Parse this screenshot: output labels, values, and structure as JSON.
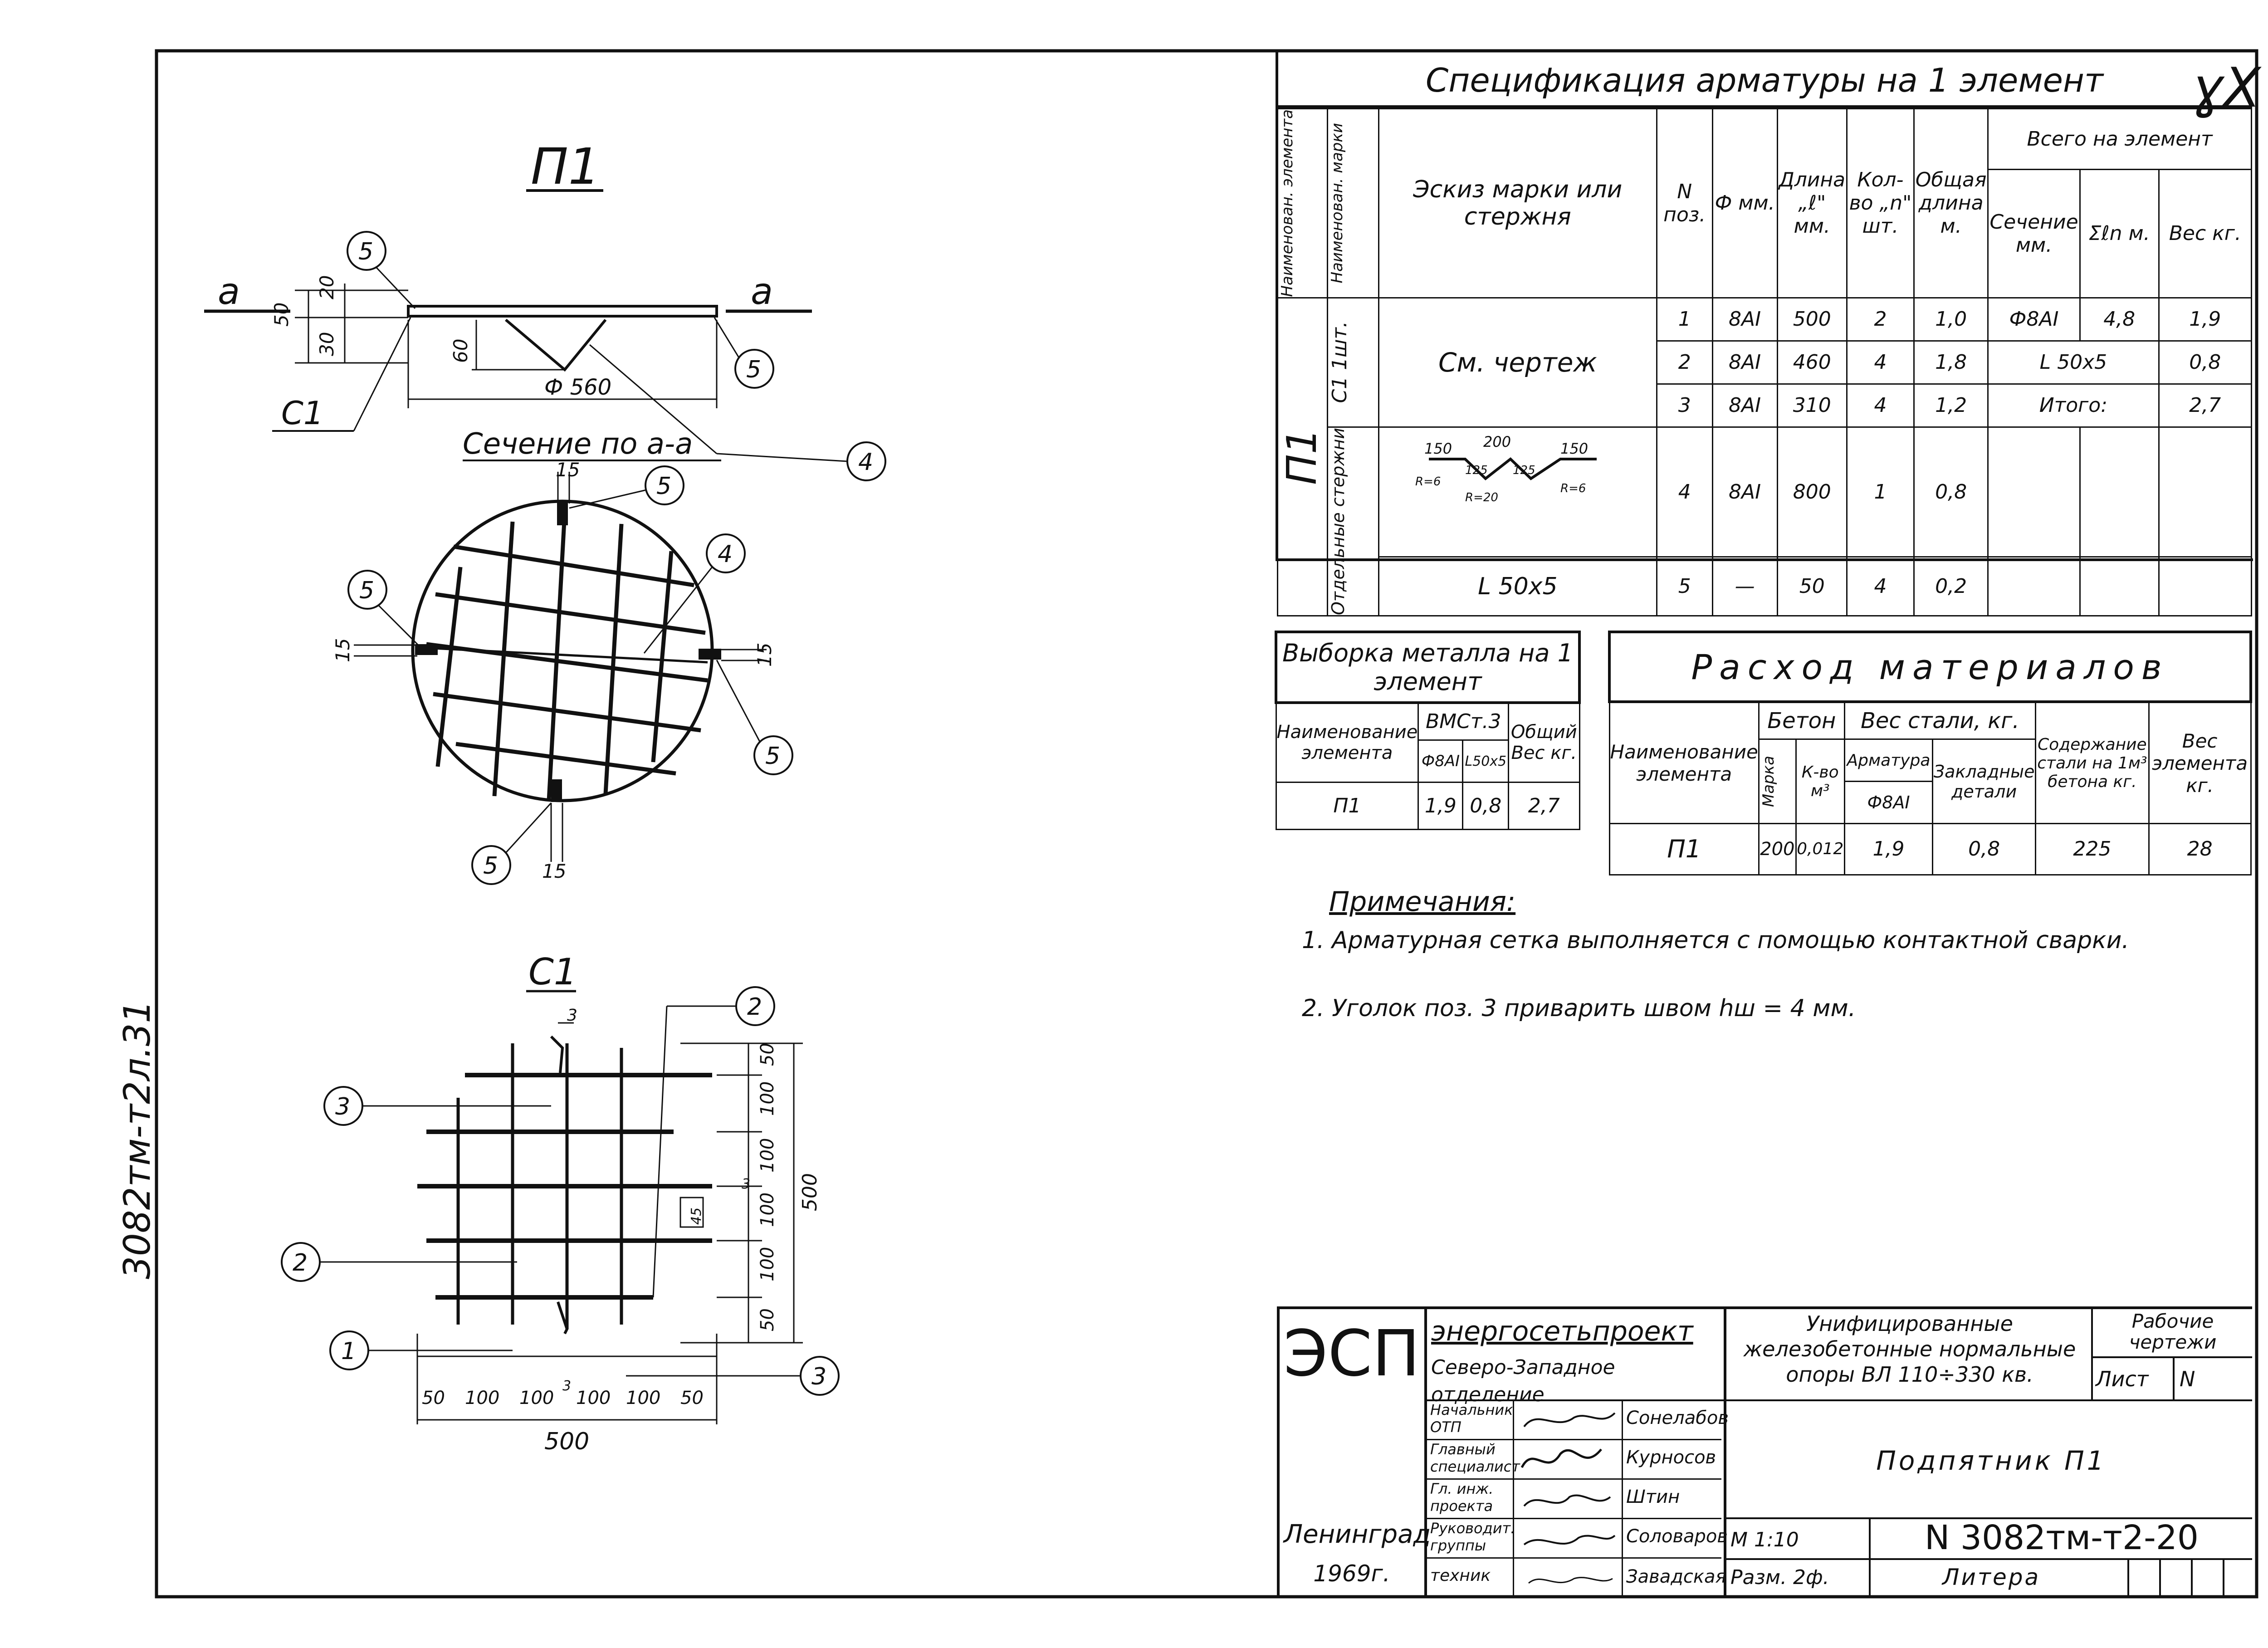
{
  "corner_mark": "ɣX",
  "drawing_id": "3082тм-т2л.31",
  "left": {
    "title": "П1",
    "elevation": {
      "cut_left": "а",
      "cut_right": "а",
      "dim_20": "20",
      "dim_30": "30",
      "dim_50": "50",
      "dim_60": "60",
      "dim_d560": "Ф 560",
      "label_c1": "С1",
      "callout_5a": "5",
      "callout_5b": "5",
      "callout_4": "4"
    },
    "section": {
      "title": "Сечение по а-а",
      "dim_15_top": "15",
      "dim_15_left": "15",
      "dim_15_right": "15",
      "dim_15_bottom": "15",
      "callout_5_top": "5",
      "callout_5_left": "5",
      "callout_5_right": "5",
      "callout_5_bottom": "5",
      "callout_4": "4"
    },
    "mesh": {
      "title": "С1",
      "dim_3_top": "3",
      "dim_3_bottom": "3",
      "right_dims": [
        "50",
        "100",
        "100",
        "100",
        "100",
        "50"
      ],
      "right_total": "500",
      "dim_small_a": "3",
      "dim_small_b": "45",
      "bottom_dims": [
        "50",
        "100",
        "100",
        "100",
        "100",
        "50"
      ],
      "bottom_total": "500",
      "callout_1": "1",
      "callout_2a": "2",
      "callout_2b": "2",
      "callout_3a": "3",
      "callout_3b": "3"
    }
  },
  "spec": {
    "title": "Спецификация арматуры на 1 элемент",
    "headers": {
      "element_name": "Наименован. элемента",
      "mark_name": "Наименован. марки",
      "sketch": "Эскиз марки или стержня",
      "pos": "N поз.",
      "diam": "Ф мм.",
      "length": "Длина „ℓ\" мм.",
      "count": "Кол-во „n\" шт.",
      "total_len": "Общая длина м.",
      "total_group": "Всего на элемент",
      "section": "Сечение мм.",
      "sum_len": "Σℓn м.",
      "weight": "Вес кг."
    },
    "element": "П1",
    "mark_c1": "С1 1шт.",
    "mark_sep": "Отдельные стержни",
    "sketch_text": "См. чертеж",
    "bent_dims": {
      "a": "150",
      "b": "200",
      "c": "150",
      "d": "125",
      "e": "125",
      "r1": "R=6",
      "r2": "R=20",
      "r3": "R=6"
    },
    "angle_sketch": "L 50x5",
    "rows": [
      {
        "pos": "1",
        "diam": "8AI",
        "length": "500",
        "count": "2",
        "total": "1,0"
      },
      {
        "pos": "2",
        "diam": "8AI",
        "length": "460",
        "count": "4",
        "total": "1,8"
      },
      {
        "pos": "3",
        "diam": "8AI",
        "length": "310",
        "count": "4",
        "total": "1,2"
      },
      {
        "pos": "4",
        "diam": "8AI",
        "length": "800",
        "count": "1",
        "total": "0,8"
      },
      {
        "pos": "5",
        "diam": "—",
        "length": "50",
        "count": "4",
        "total": "0,2"
      }
    ],
    "totals": [
      {
        "section": "Ф8AI",
        "sum": "4,8",
        "weight": "1,9"
      },
      {
        "section": "L 50x5",
        "sum": "",
        "weight": "0,8"
      },
      {
        "section": "Итого:",
        "sum": "",
        "weight": "2,7"
      }
    ]
  },
  "metal": {
    "title": "Выборка металла на 1 элемент",
    "h_name": "Наименование элемента",
    "h_group": "ВМСт.3",
    "h_total": "Общий Вес кг.",
    "h_sub1": "Ф8AI",
    "h_sub2": "L50x5",
    "row": {
      "name": "П1",
      "a": "1,9",
      "b": "0,8",
      "total": "2,7"
    }
  },
  "materials": {
    "title": "Расход материалов",
    "h_name": "Наименование элемента",
    "h_concrete": "Бетон",
    "h_mark": "Марка",
    "h_volume": "К-во м³",
    "h_steel": "Вес стали, кг.",
    "h_rebar": "Арматура",
    "h_rebar_sub": "Ф8AI",
    "h_embedded": "Закладные детали",
    "h_content": "Содержание стали на 1м³ бетона кг.",
    "h_weight": "Вес элемента кг.",
    "row": {
      "name": "П1",
      "mark": "200",
      "volume": "0,012",
      "rebar": "1,9",
      "embedded": "0,8",
      "content": "225",
      "weight": "28"
    }
  },
  "notes": {
    "title": "Примечания:",
    "n1": "1. Арматурная сетка выполняется с помощью контактной сварки.",
    "n2": "2. Уголок поз. 3 приварить швом hш = 4 мм."
  },
  "stamp": {
    "logo": "ЭСП",
    "org1": "энергосетьпроект",
    "org2": "Северо-Западное отделение",
    "project": "Унифицированные железобетонные нормальные опоры ВЛ 110÷330 кв.",
    "stage": "Рабочие чертежи",
    "sheet_label": "Лист",
    "sheet_value": "N",
    "roles": [
      {
        "role": "Начальник ОТП",
        "name": "Сонелабов"
      },
      {
        "role": "Главный специалист",
        "name": "Курносов"
      },
      {
        "role": "Гл. инж. проекта",
        "name": "Штин"
      },
      {
        "role": "Руководит. группы",
        "name": "Соловаров"
      },
      {
        "role": "техник",
        "name": "Завадская"
      }
    ],
    "item": "Подпятник П1",
    "scale": "М 1:10",
    "size": "Разм. 2ф.",
    "doc_no": "N 3082тм-т2-20",
    "litera": "Литера",
    "city": "Ленинград",
    "year": "1969г."
  }
}
